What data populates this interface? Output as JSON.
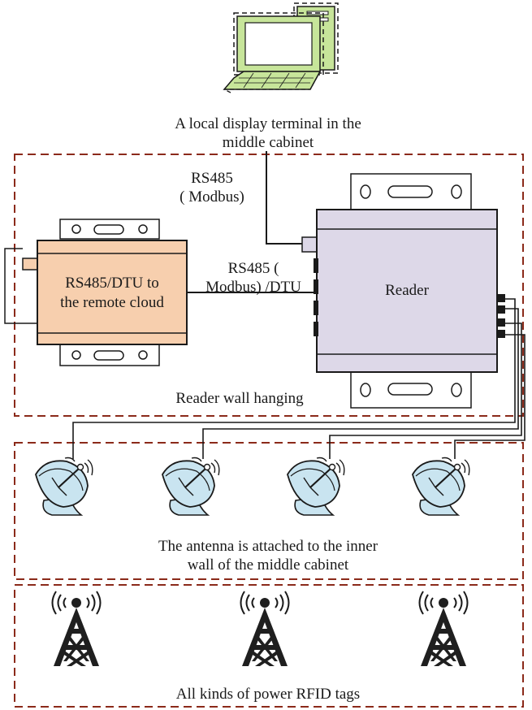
{
  "terminal": {
    "label_line1": "A local display terminal in the",
    "label_line2": "middle cabinet"
  },
  "reader_link": {
    "line1": "RS485",
    "line2": "( Modbus)"
  },
  "dtu_link": {
    "line1": "RS485 (",
    "line2": "Modbus) /DTU"
  },
  "dtu_box": {
    "line1": "RS485/DTU to",
    "line2": "the remote cloud"
  },
  "reader_box": {
    "label": "Reader"
  },
  "section_reader": {
    "label": "Reader wall hanging"
  },
  "section_antennas": {
    "label_line1": "The antenna is attached to the inner",
    "label_line2": "wall of the middle cabinet"
  },
  "section_tags": {
    "label": "All kinds of power RFID tags"
  },
  "colors": {
    "section_border": "#8b2a1a",
    "dtu_fill": "#f7cfae",
    "reader_fill": "#ddd8e8",
    "antenna_fill": "#c9e4f0",
    "terminal_fill": "#c7e59a",
    "tower_fill": "#1f1f1f"
  }
}
